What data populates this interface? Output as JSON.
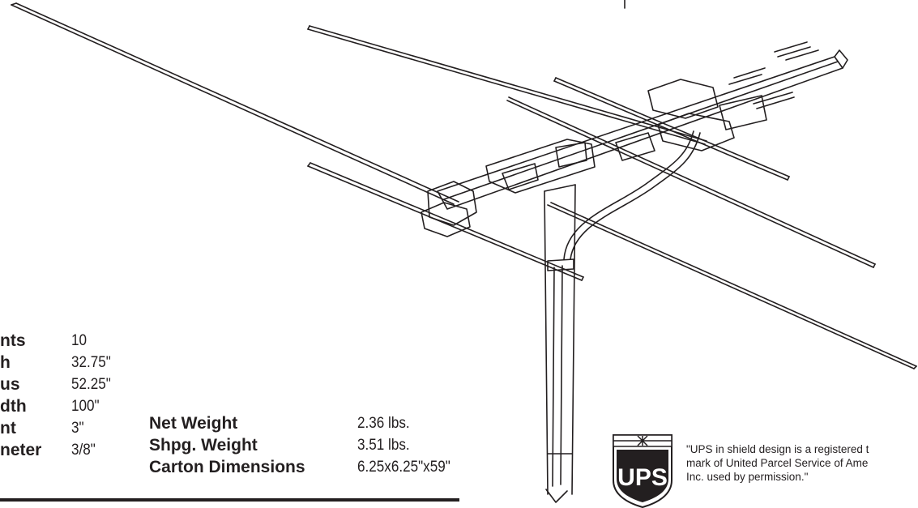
{
  "specs_left": [
    {
      "label": "nts",
      "value": "10"
    },
    {
      "label": "h",
      "value": "32.75\""
    },
    {
      "label": "us",
      "value": "52.25\""
    },
    {
      "label": "dth",
      "value": "100\""
    },
    {
      "label": "nt",
      "value": "3\""
    },
    {
      "label": "neter",
      "value": "3/8\""
    }
  ],
  "specs_right": [
    {
      "label": "Net Weight",
      "value": "2.36 lbs."
    },
    {
      "label": "Shpg. Weight",
      "value": "3.51 lbs."
    },
    {
      "label": "Carton Dimensions",
      "value": "6.25x6.25\"x59\""
    }
  ],
  "ups_logo_text": "UPS",
  "ups_notice_lines": [
    "\"UPS in shield design is a registered t",
    "mark of United Parcel Service of Ame",
    "Inc. used by permission.\""
  ]
}
